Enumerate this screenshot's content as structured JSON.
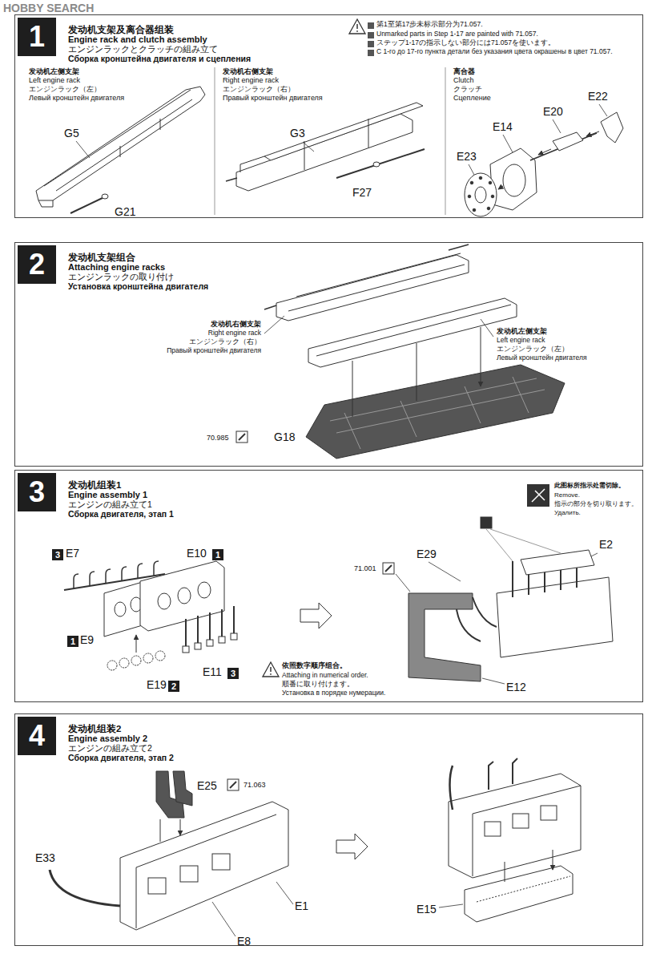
{
  "diagram": {
    "nodes": [
      {
        "text": [
          "发动机支架及离合器组装",
          "Engine rack and clutch assembly",
          "エンジンラックとクラッチの組み立て",
          "Сборка кронштейна двигателя и сцепления"
        ]
      },
      {
        "text": [
          "1"
        ],
        "in": 0
      },
      {
        "text": [
          "发动机支架组合",
          "Attaching engine racks",
          "エンジンラックの取り付け",
          "Установка кронштейна двигателя"
        ]
      },
      {
        "text": [
          "2"
        ],
        "in": 2
      },
      {
        "text": [
          "发动机组装1",
          "Engine assembly 1",
          "エンジンの組み立て1",
          "Сборка двигателя, этап 1"
        ]
      },
      {
        "text": [
          "3"
        ],
        "in": 4
      },
      {
        "text": [
          "3"
        ],
        "in": 4
      },
      {
        "text": [
          "1"
        ],
        "in": 4
      },
      {
        "text": [
          "1"
        ],
        "in": 4
      },
      {
        "text": [
          "3"
        ],
        "in": 4
      },
      {
        "text": [
          "2"
        ],
        "in": 4
      },
      {
        "text": [
          "发动机组装2",
          "Engine assembly 2",
          "エンジンの組み立て2",
          "Сборка двигателя, этап 2"
        ]
      },
      {
        "text": [
          "4"
        ],
        "in": 11
      }
    ],
    "labels": [
      "HOBBY SEARCH",
      "第1至第17步未标示部分为71.057.",
      "Unmarked parts in Step 1-17 are painted with 71.057.",
      "ステップ1-17の指示しない部分には71.057を使います。",
      "С 1-го до 17-го пункта детали без указания цвета окрашены в цвет 71.057.",
      "发动机左侧支架",
      "Left engine rack",
      "エンジンラック（左）",
      "Левый кронштейн двигателя",
      "G5",
      "G21",
      "发动机右侧支架",
      "Right engine rack",
      "エンジンラック（右）",
      "Правый кронштейн двигателя",
      "G3",
      "F27",
      "离合器",
      "Clutch",
      "クラッチ",
      "Сцепление",
      "E14",
      "E20",
      "E22",
      "E23",
      "发动机右侧支架",
      "Right engine rack",
      "エンジンラック（右）",
      "Правый кронштейн двигателя",
      "发动机左侧支架",
      "Left engine rack",
      "エンジンラック（左）",
      "Левый кронштейн двигателя",
      "70.985",
      "G18",
      "此图标所指示处需切除。",
      "Remove.",
      "指示の部分を切り取ります。",
      "Удалить.",
      "E7",
      "E10",
      "E9",
      "E19",
      "E11",
      "依照数字顺序组合。",
      "Attaching in numerical order.",
      "順番に取り付けます。",
      "Установка в порядке нумерации.",
      "71.001",
      "E29",
      "E2",
      "E12",
      "E25",
      "71.063",
      "E33",
      "E1",
      "E8",
      "E15"
    ]
  }
}
